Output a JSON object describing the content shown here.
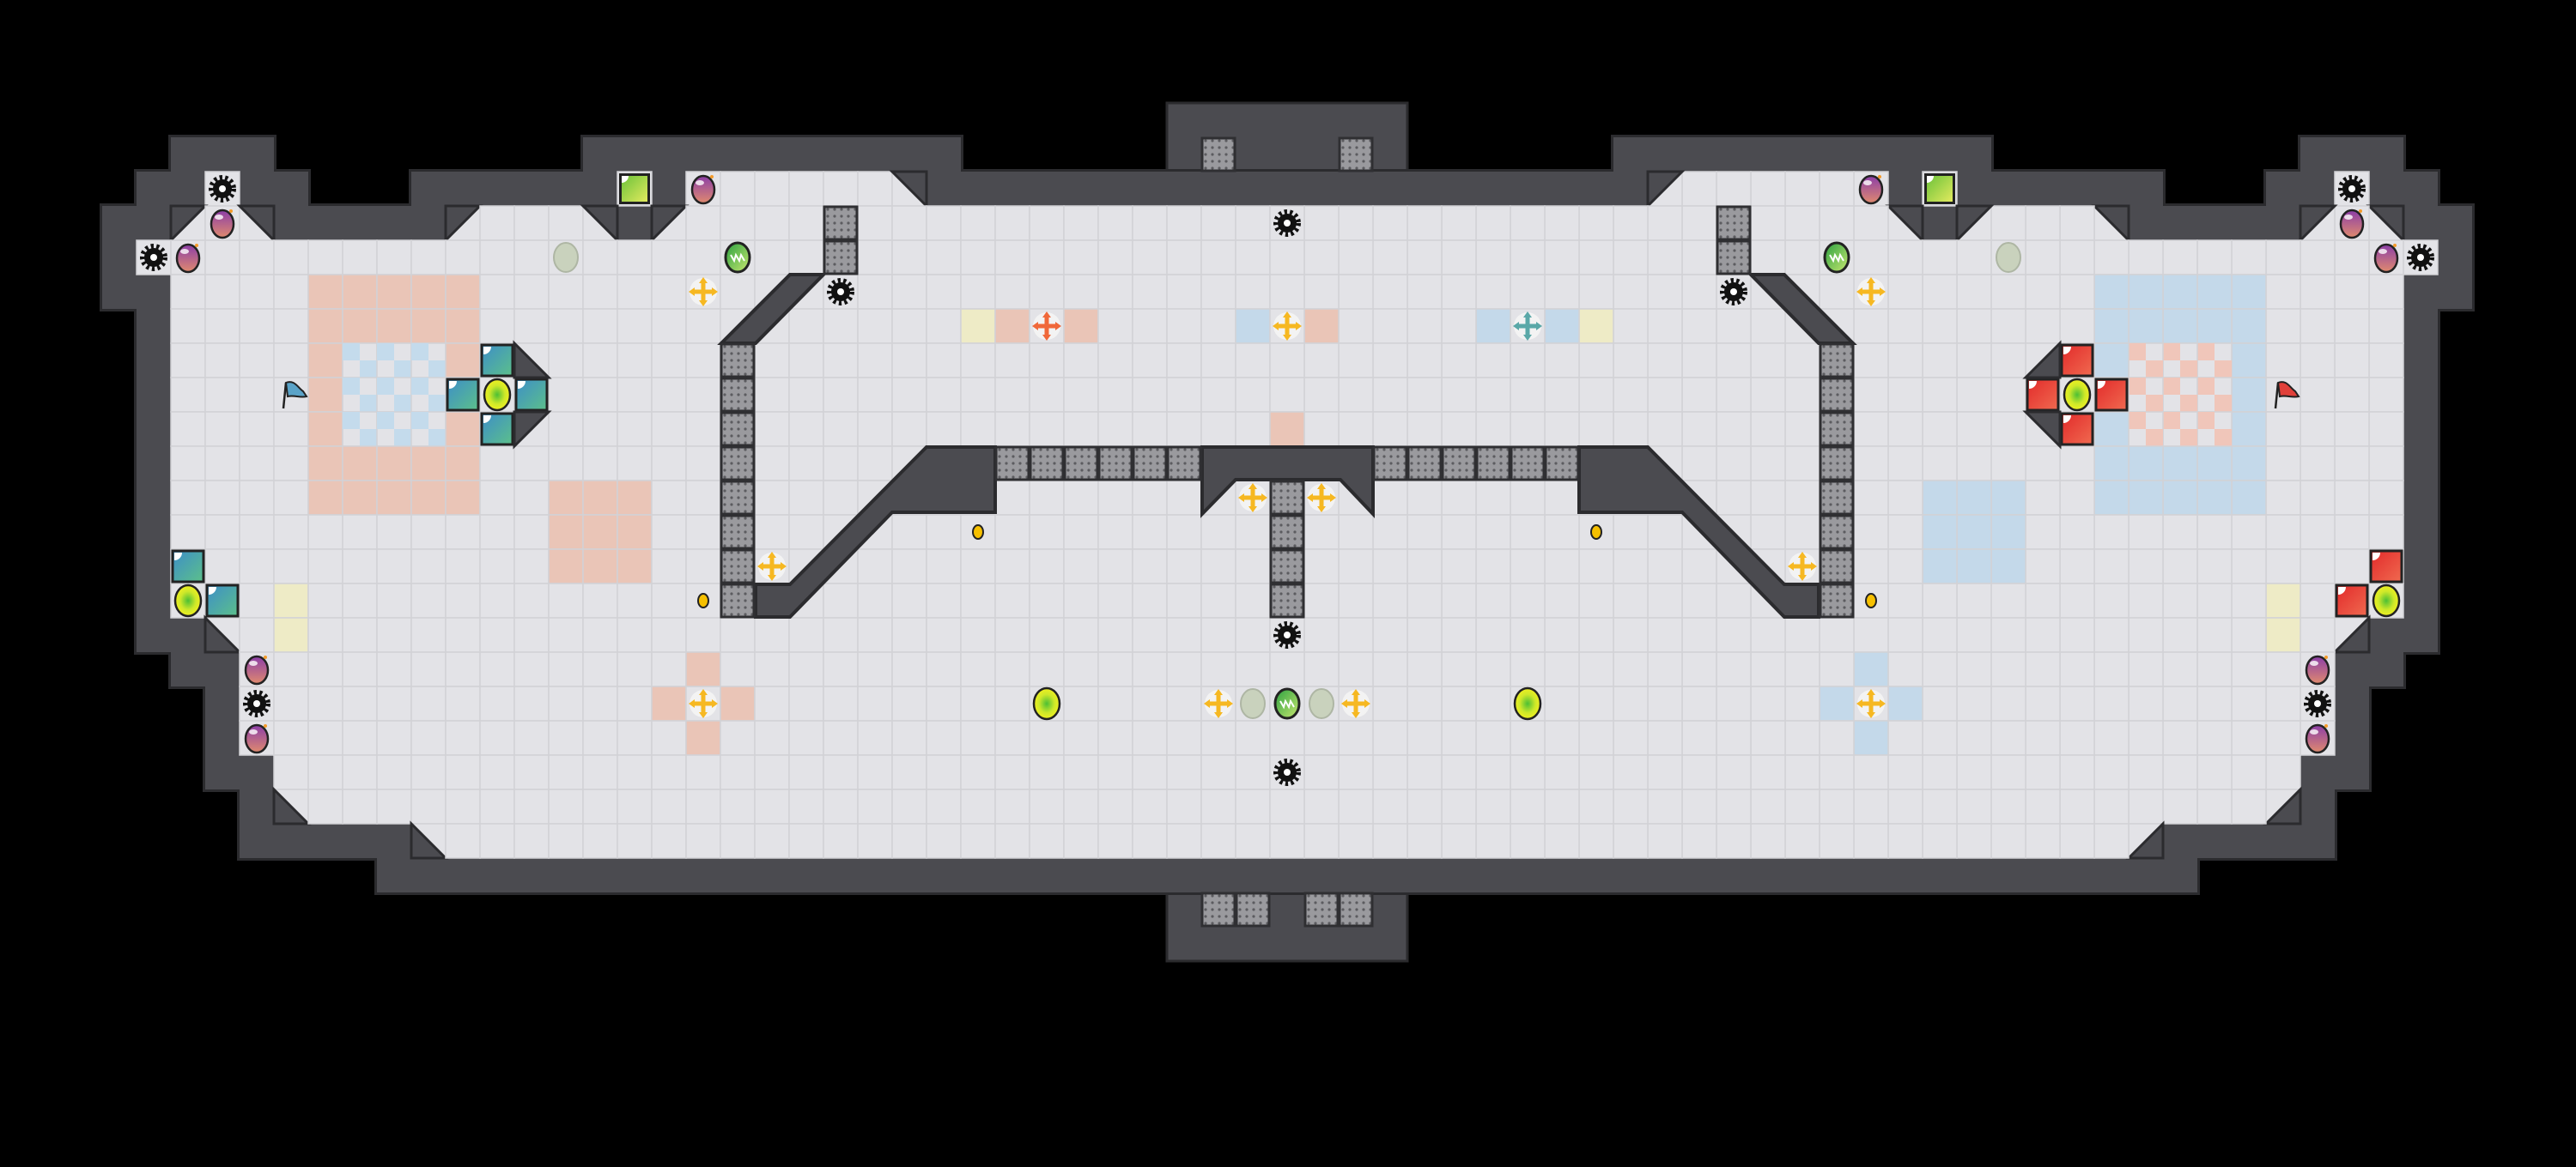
{
  "map": {
    "background": "#000000",
    "floor_color": "#e3e3e7",
    "floor_line_color": "#d2d2d6",
    "wall_color": "#4b4b50",
    "wall_edge_color": "#2b2b2e",
    "gate_color": "#8f8f93"
  },
  "teams": [
    {
      "side": "left",
      "flag": "blue-flag-icon",
      "flag_color": "#5aa3c8",
      "block_color": "#4a9ec0",
      "checker_color": "#c4dbec"
    },
    {
      "side": "right",
      "flag": "red-flag-icon",
      "flag_color": "#e0403a",
      "block_color": "#e23a32",
      "checker_color": "#f0c6ba"
    }
  ],
  "zone_colors": {
    "salmon": "#eac5b7",
    "blue": "#c4d9ea",
    "yellow": "#eeebc6"
  },
  "entity_icons": {
    "spike": "spike-icon",
    "bomb": "bomb-icon",
    "portal": "portal-icon",
    "powerup_inactive": "powerup-inactive-icon",
    "powerup_active": "powerup-active-icon",
    "boost": "boost-icon",
    "team_boost_red": "red-boost-icon",
    "team_boost_blue": "blue-boost-icon",
    "orb": "yellow-orb-icon",
    "button": "button-icon",
    "gate": "gate-tile"
  },
  "entity_colors": {
    "boost": "#f6b822",
    "red_boost": "#f0683a",
    "blue_boost": "#5aa8a8",
    "bomb": "#9a4aa0",
    "portal": "#86cc3c",
    "orb": "#e4ee1e",
    "button": "#f6c000",
    "powerup_inactive": "#c9d2bd"
  }
}
